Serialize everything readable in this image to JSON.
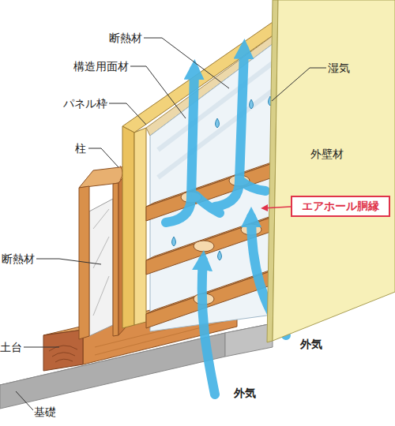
{
  "diagram": {
    "nodes": [
      {
        "text": [
          "エアホール胴縁"
        ]
      }
    ],
    "labels": [
      "断熱材",
      "構造用面材",
      "パネル枠",
      "柱",
      "断熱材",
      "土台",
      "基礎",
      "湿気",
      "外壁材",
      "外気",
      "外気"
    ]
  }
}
